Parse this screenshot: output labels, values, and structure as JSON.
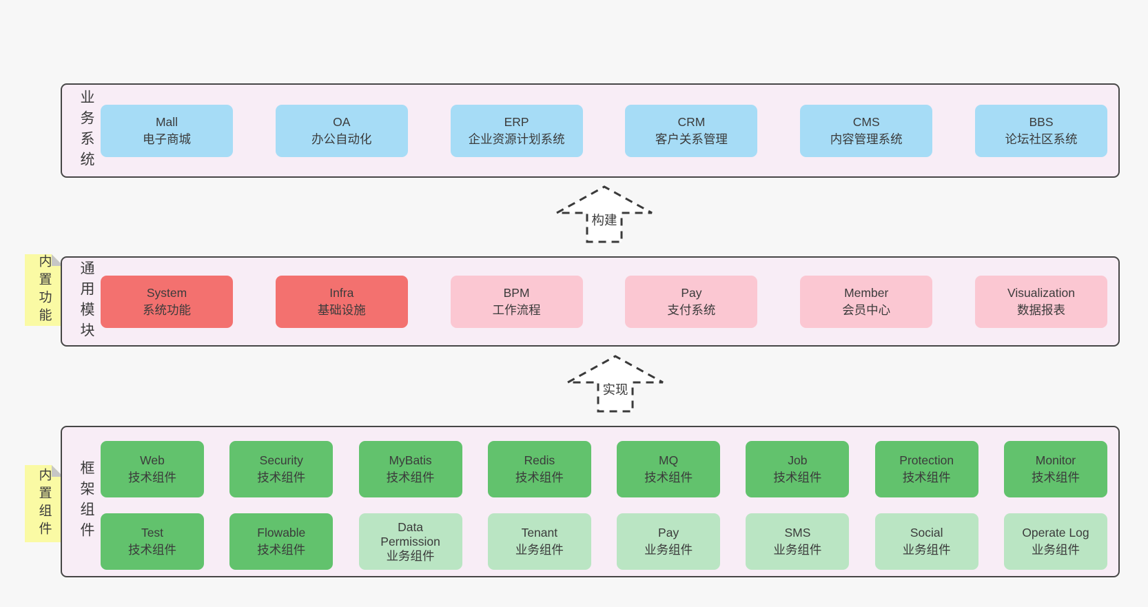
{
  "colors": {
    "page_bg": "#f7f7f7",
    "band_bg": "#f8edf6",
    "band_border": "#464646",
    "box_blue": "#a6dcf6",
    "box_red": "#f3716f",
    "box_pink": "#fbc7d2",
    "box_green_dark": "#62c26d",
    "box_green_light": "#bae5c3",
    "note_yellow": "#fafaa4",
    "text": "#3b3b3b"
  },
  "arrows": [
    {
      "label": "构建"
    },
    {
      "label": "实现"
    }
  ],
  "bands": [
    {
      "label": "业务系统",
      "boxes": [
        {
          "title": "Mall",
          "subtitle": "电子商城"
        },
        {
          "title": "OA",
          "subtitle": "办公自动化"
        },
        {
          "title": "ERP",
          "subtitle": "企业资源计划系统"
        },
        {
          "title": "CRM",
          "subtitle": "客户关系管理"
        },
        {
          "title": "CMS",
          "subtitle": "内容管理系统"
        },
        {
          "title": "BBS",
          "subtitle": "论坛社区系统"
        }
      ]
    },
    {
      "label": "通用模块",
      "side_note": "内置功能",
      "boxes": [
        {
          "title": "System",
          "subtitle": "系统功能"
        },
        {
          "title": "Infra",
          "subtitle": "基础设施"
        },
        {
          "title": "BPM",
          "subtitle": "工作流程"
        },
        {
          "title": "Pay",
          "subtitle": "支付系统"
        },
        {
          "title": "Member",
          "subtitle": "会员中心"
        },
        {
          "title": "Visualization",
          "subtitle": "数据报表"
        }
      ]
    },
    {
      "label": "框架组件",
      "side_note": "内置组件",
      "rows": [
        [
          {
            "title": "Web",
            "subtitle": "技术组件"
          },
          {
            "title": "Security",
            "subtitle": "技术组件"
          },
          {
            "title": "MyBatis",
            "subtitle": "技术组件"
          },
          {
            "title": "Redis",
            "subtitle": "技术组件"
          },
          {
            "title": "MQ",
            "subtitle": "技术组件"
          },
          {
            "title": "Job",
            "subtitle": "技术组件"
          },
          {
            "title": "Protection",
            "subtitle": "技术组件"
          },
          {
            "title": "Monitor",
            "subtitle": "技术组件"
          }
        ],
        [
          {
            "title": "Test",
            "subtitle": "技术组件"
          },
          {
            "title": "Flowable",
            "subtitle": "技术组件"
          },
          {
            "title": "Data Permission",
            "subtitle": "业务组件"
          },
          {
            "title": "Tenant",
            "subtitle": "业务组件"
          },
          {
            "title": "Pay",
            "subtitle": "业务组件"
          },
          {
            "title": "SMS",
            "subtitle": "业务组件"
          },
          {
            "title": "Social",
            "subtitle": "业务组件"
          },
          {
            "title": "Operate Log",
            "subtitle": "业务组件"
          }
        ]
      ]
    }
  ]
}
